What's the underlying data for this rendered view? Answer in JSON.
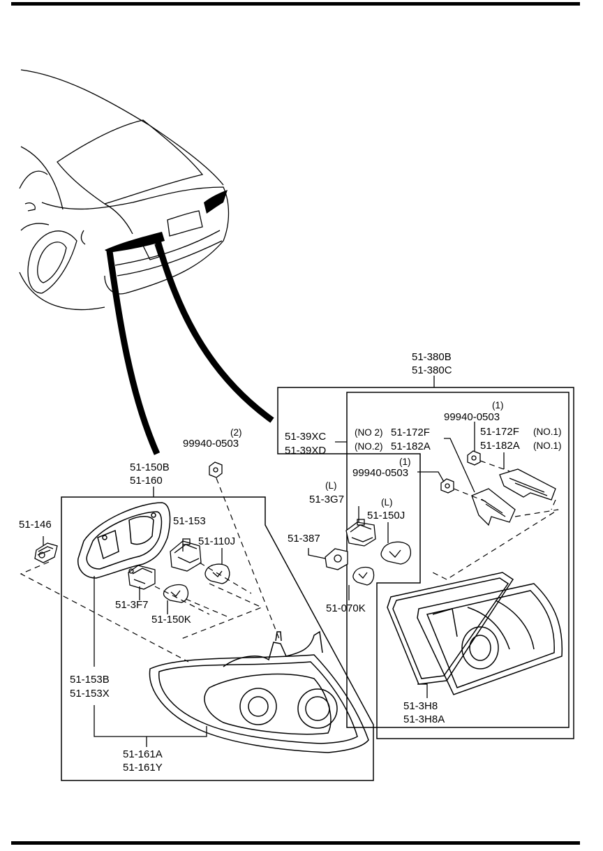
{
  "labels": {
    "p51_380b": "51-380B",
    "p51_380c": "51-380C",
    "p51_39xc": "51-39XC",
    "p51_39xd": "51-39XD",
    "no2_a": "(NO 2)",
    "p51_172f_a": "51-172F",
    "no2_b": "(NO.2)",
    "p51_182a_a": "51-182A",
    "q1_a": "(1)",
    "p99940_a": "99940-0503",
    "p51_172f_b": "51-172F",
    "no1_a": "(NO.1)",
    "p51_182a_b": "51-182A",
    "no1_b": "(NO.1)",
    "q1_b": "(1)",
    "p99940_b": "99940-0503",
    "l_a": "(L)",
    "p51_3g7": "51-3G7",
    "l_b": "(L)",
    "p51_150j": "51-150J",
    "p51_387": "51-387",
    "p51_070k": "51-070K",
    "p51_3h8": "51-3H8",
    "p51_3h8a": "51-3H8A",
    "q2": "(2)",
    "p99940_c": "99940-0503",
    "p51_150b": "51-150B",
    "p51_160": "51-160",
    "p51_146": "51-146",
    "p51_153": "51-153",
    "p51_110j": "51-110J",
    "p51_3f7": "51-3F7",
    "p51_150k": "51-150K",
    "p51_153b": "51-153B",
    "p51_153x": "51-153X",
    "p51_161a": "51-161A",
    "p51_161y": "51-161Y"
  }
}
